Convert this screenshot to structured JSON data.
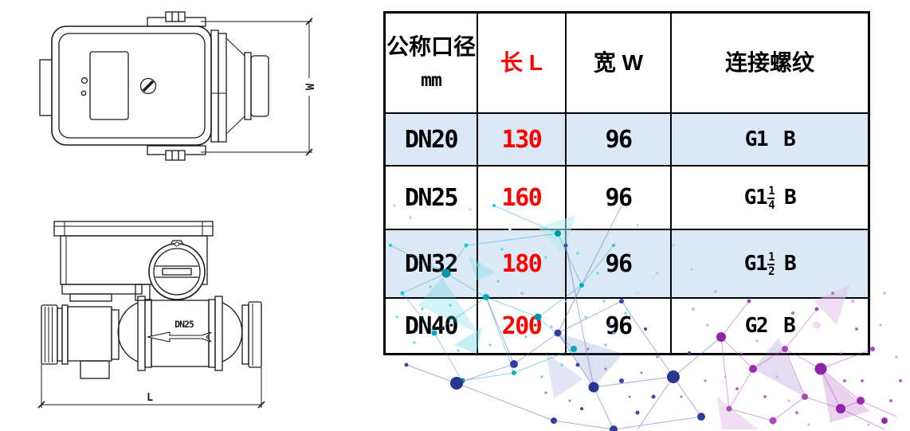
{
  "table": {
    "accent_row_color": "#DAE9F5",
    "highlight_text_color": "#FF0000",
    "border_color": "#000000",
    "headers": {
      "diameter_title": "公称口径",
      "diameter_unit": "mm",
      "length": "长 L",
      "width": "宽 W",
      "thread": "连接螺纹"
    },
    "rows": [
      {
        "dn": "DN20",
        "length": "130",
        "width": "96",
        "thread_base": "G1",
        "thread_suffix": "B"
      },
      {
        "dn": "DN25",
        "length": "160",
        "width": "96",
        "thread_base": "G1",
        "thread_num": "1",
        "thread_den": "4",
        "thread_suffix": "B"
      },
      {
        "dn": "DN32",
        "length": "180",
        "width": "96",
        "thread_base": "G1",
        "thread_num": "1",
        "thread_den": "2",
        "thread_suffix": "B"
      },
      {
        "dn": "DN40",
        "length": "200",
        "width": "96",
        "thread_base": "G2",
        "thread_suffix": "B"
      }
    ]
  },
  "drawings": {
    "top_view": {
      "dim_label": "W"
    },
    "side_view": {
      "flow_label": "DN25",
      "dim_label": "L"
    }
  },
  "decoration": {
    "palette": {
      "cyan": "#00ACC1",
      "blue": "#29B6F6",
      "indigo": "#303F9F",
      "violet": "#7E57C2",
      "purple": "#9C27B0"
    }
  }
}
